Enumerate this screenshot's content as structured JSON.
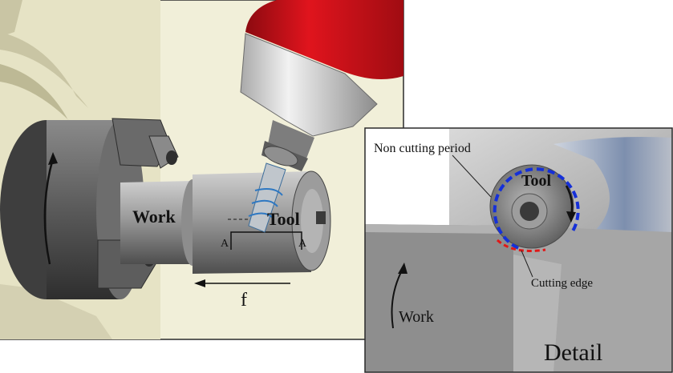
{
  "main_view": {
    "work_label": "Work",
    "tool_label": "Tool",
    "section_left": "A",
    "section_right": "A",
    "feed_label": "f"
  },
  "detail_view": {
    "non_cutting_label": "Non cutting period",
    "tool_label": "Tool",
    "cutting_edge_label": "Cutting edge",
    "work_label": "Work",
    "detail_label": "Detail"
  },
  "colors": {
    "spindle_red": "#d6101a",
    "non_cutting_arc": "#1530d8",
    "cutting_arc": "#e01818",
    "background_cream": "#f1efd9"
  }
}
